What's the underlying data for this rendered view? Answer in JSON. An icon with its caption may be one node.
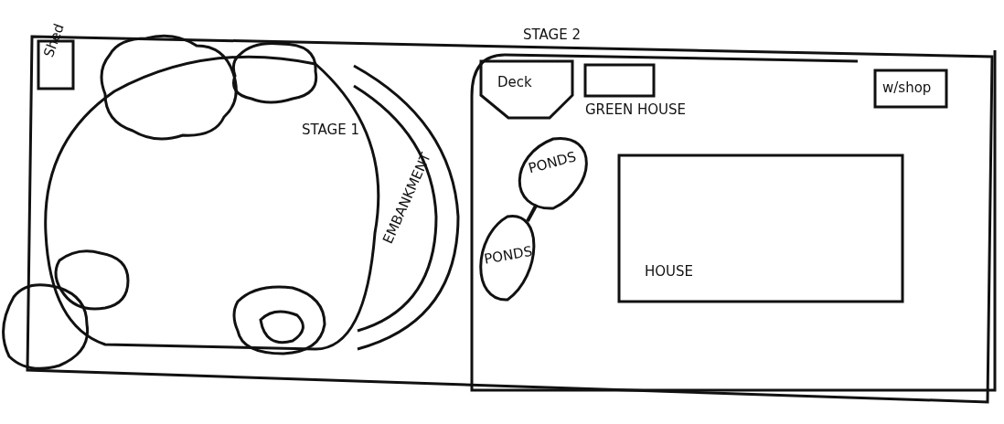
{
  "diagram": {
    "nodes": [
      {
        "text": [
          "Shed"
        ]
      },
      {
        "text": [
          "STAGE 2"
        ]
      },
      {
        "text": [
          "Deck"
        ],
        "in": 1
      },
      {
        "text": [
          "GREEN HOUSE"
        ],
        "in": 1
      },
      {
        "text": [
          "w/shop"
        ],
        "in": 1
      },
      {
        "text": [
          "STAGE 1"
        ]
      },
      {
        "text": [
          "PONDS"
        ],
        "in": 1
      },
      {
        "text": [
          "EMBANKMENT"
        ]
      },
      {
        "text": [
          "PONDS"
        ],
        "in": 1
      },
      {
        "text": [
          "HOUSE"
        ],
        "in": 1
      }
    ],
    "edges": [
      {
        "from": 6,
        "to": 8,
        "arrow": "none"
      }
    ]
  }
}
